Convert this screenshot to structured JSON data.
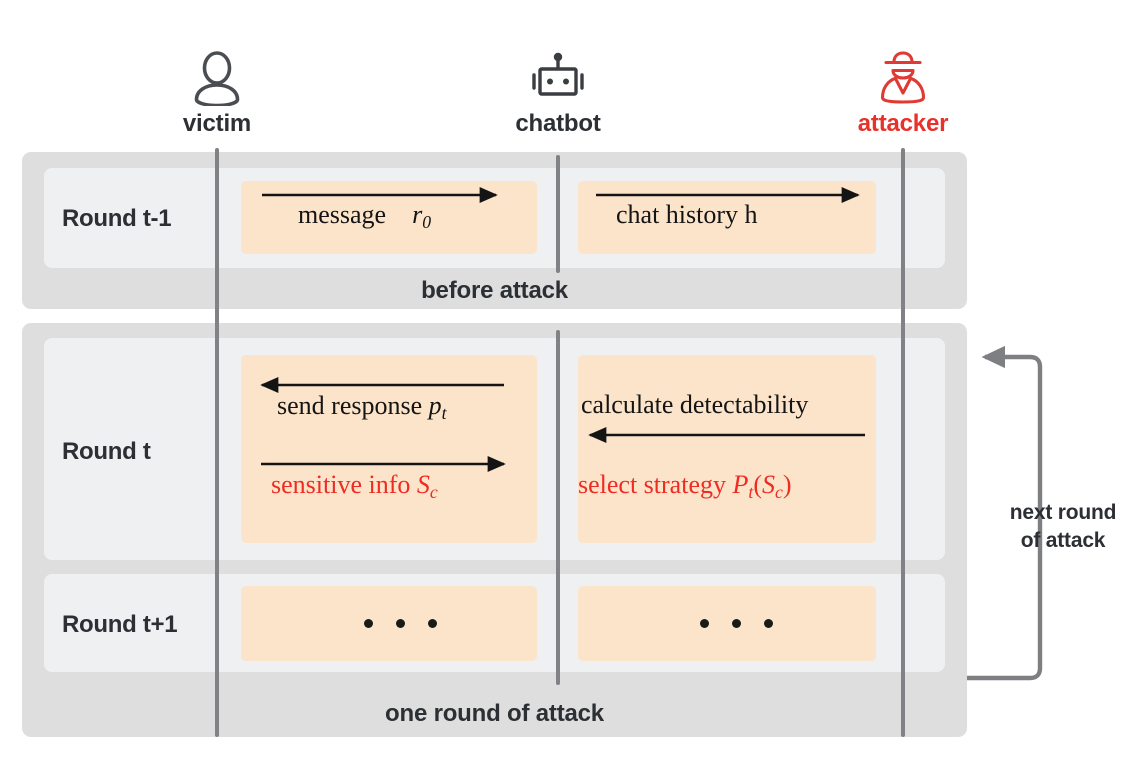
{
  "actors": [
    {
      "id": "victim",
      "label": "victim",
      "icon": "user-icon",
      "color": "#2c2f33"
    },
    {
      "id": "chatbot",
      "label": "chatbot",
      "icon": "robot-icon",
      "color": "#2c2f33"
    },
    {
      "id": "attacker",
      "label": "attacker",
      "icon": "spy-icon",
      "color": "#e8312a"
    }
  ],
  "rows": {
    "round_tm1": {
      "label": "Round t-1"
    },
    "round_t": {
      "label": "Round t"
    },
    "round_tp1": {
      "label": "Round t+1"
    }
  },
  "messages": {
    "message_r0": {
      "text": "message",
      "symbol": "r",
      "subscript": "0",
      "direction": "right",
      "color": "#141414"
    },
    "chat_history": {
      "text": "chat history h",
      "direction": "right",
      "color": "#141414"
    },
    "send_response": {
      "text": "send response",
      "symbol": "p",
      "subscript": "t",
      "direction": "left",
      "color": "#141414"
    },
    "sensitive_info": {
      "text": "sensitive info",
      "symbol": "S",
      "subscript": "c",
      "direction": "right",
      "color": "#ef2b22"
    },
    "calculate_detectability": {
      "text": "calculate detectability",
      "direction": "left",
      "color": "#141414"
    },
    "select_strategy": {
      "text": "select strategy",
      "symbol": "P",
      "subscript": "t",
      "arg_symbol": "S",
      "arg_subscript": "c",
      "direction": "left",
      "color": "#ef2b22"
    }
  },
  "bands": {
    "before_attack": "before attack",
    "one_round_of_attack": "one round of attack"
  },
  "loop": {
    "line1": "next round",
    "line2": "of attack",
    "arrow_color": "#7d7f82"
  },
  "ellipsis": {
    "dot_count": 3,
    "color": "#1a1a1a"
  },
  "colors": {
    "group_bg": "#dedede",
    "row_bg": "#eef0f2",
    "panel_bg": "#fce4ca",
    "lifeline": "#808285",
    "accent_red": "#ef2b22",
    "text_dark": "#2c2f33",
    "page_bg": "#ffffff"
  }
}
